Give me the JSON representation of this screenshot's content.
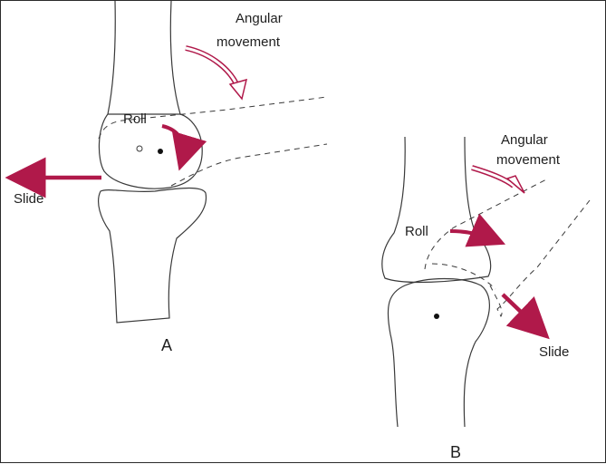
{
  "figure": {
    "panel_a": {
      "label": "A",
      "angular_label_1": "Angular",
      "angular_label_2": "movement",
      "roll_label": "Roll",
      "slide_label": "Slide"
    },
    "panel_b": {
      "label": "B",
      "angular_label_1": "Angular",
      "angular_label_2": "movement",
      "roll_label": "Roll",
      "slide_label": "Slide"
    }
  },
  "colors": {
    "arrow": "#b0194a",
    "outline": "#3a3a3a",
    "text": "#1f1f1f"
  },
  "icons": {
    "angular_arrow": "hollow-curved-arrow",
    "roll_arrow": "solid-curved-arrow",
    "slide_arrow": "solid-straight-arrow"
  }
}
